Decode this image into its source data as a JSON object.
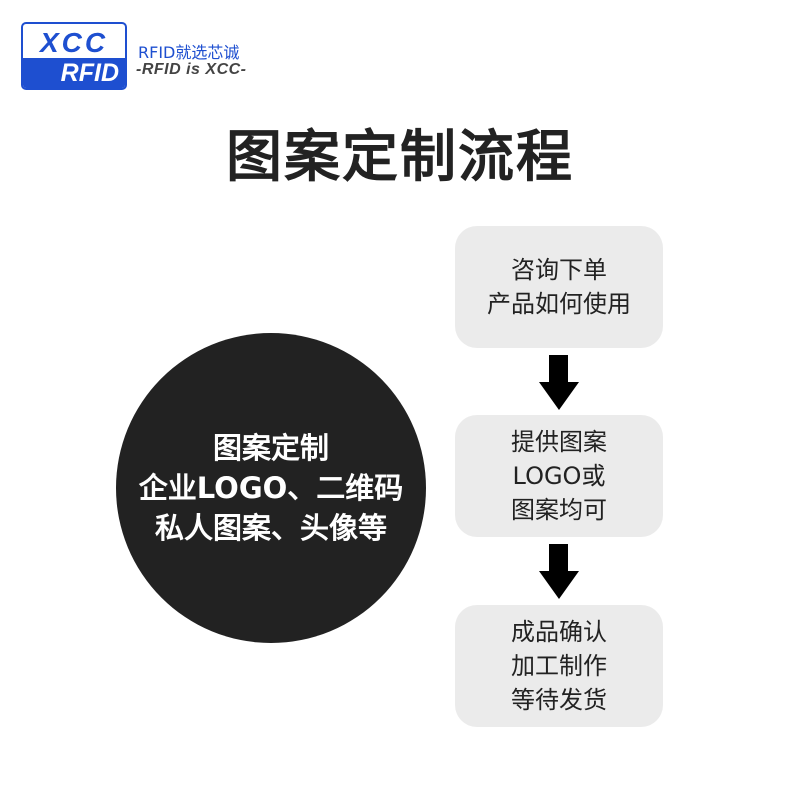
{
  "logo": {
    "top_text": "XCC",
    "bottom_text": "RFID",
    "tagline_cn": "RFID就选芯诚",
    "tagline_en": "-RFID is XCC-",
    "brand_color": "#1e4fd0"
  },
  "title": "图案定制流程",
  "circle": {
    "lines": [
      "图案定制",
      "企业LOGO、二维码",
      "私人图案、头像等"
    ],
    "color": "#222222"
  },
  "steps": [
    {
      "lines": [
        "咨询下单",
        "产品如何使用"
      ]
    },
    {
      "lines": [
        "提供图案",
        "LOGO或",
        "图案均可"
      ]
    },
    {
      "lines": [
        "成品确认",
        "加工制作",
        "等待发货"
      ]
    }
  ],
  "arrows": [
    "down-arrow",
    "down-arrow"
  ],
  "colors": {
    "step_bg": "#ebebeb",
    "text": "#222222"
  }
}
